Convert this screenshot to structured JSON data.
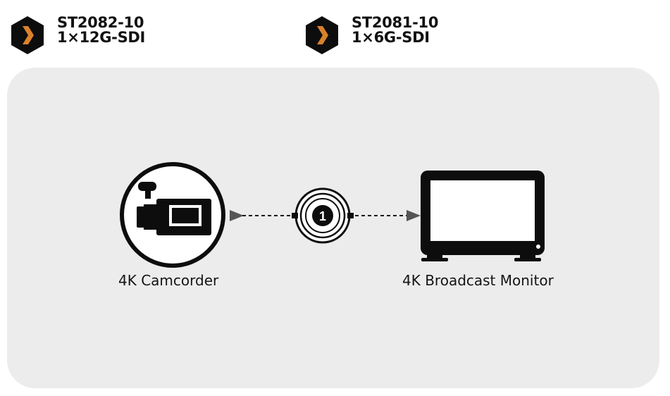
{
  "standards": [
    {
      "code": "ST2082-10",
      "link": "1×12G-SDI",
      "icon": "chevron-right-icon",
      "accent": "#d9822b"
    },
    {
      "code": "ST2081-10",
      "link": "1×6G-SDI",
      "icon": "chevron-right-icon",
      "accent": "#d9822b"
    }
  ],
  "diagram": {
    "source": {
      "label": "4K Camcorder",
      "icon": "camcorder-icon"
    },
    "connector": {
      "number": "1",
      "icon": "bnc-connector-icon"
    },
    "destination": {
      "label": "4K Broadcast Monitor",
      "icon": "monitor-icon"
    }
  },
  "colors": {
    "panel": "#ececec",
    "icon": "#0d0d0d",
    "accent": "#d9822b"
  }
}
